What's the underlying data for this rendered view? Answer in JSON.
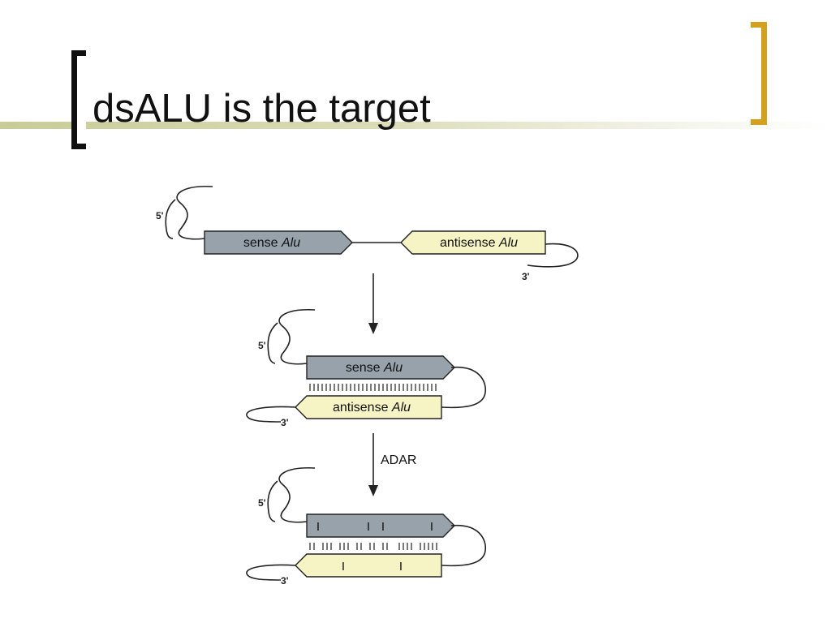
{
  "slide": {
    "title": "dsALU is the target"
  },
  "diagram": {
    "five_prime": "5'",
    "three_prime": "3'",
    "sense_label": "sense ",
    "antisense_label": "antisense ",
    "alu_label": "Alu",
    "enzyme_label": "ADAR",
    "inosine_mark": "I",
    "colors": {
      "sense_fill": "#97a2aa",
      "antisense_fill": "#f6f4c4",
      "stroke": "#222222",
      "title_rule": "#c8cc97",
      "left_bracket": "#111111",
      "right_bracket": "#d4a11f"
    }
  }
}
